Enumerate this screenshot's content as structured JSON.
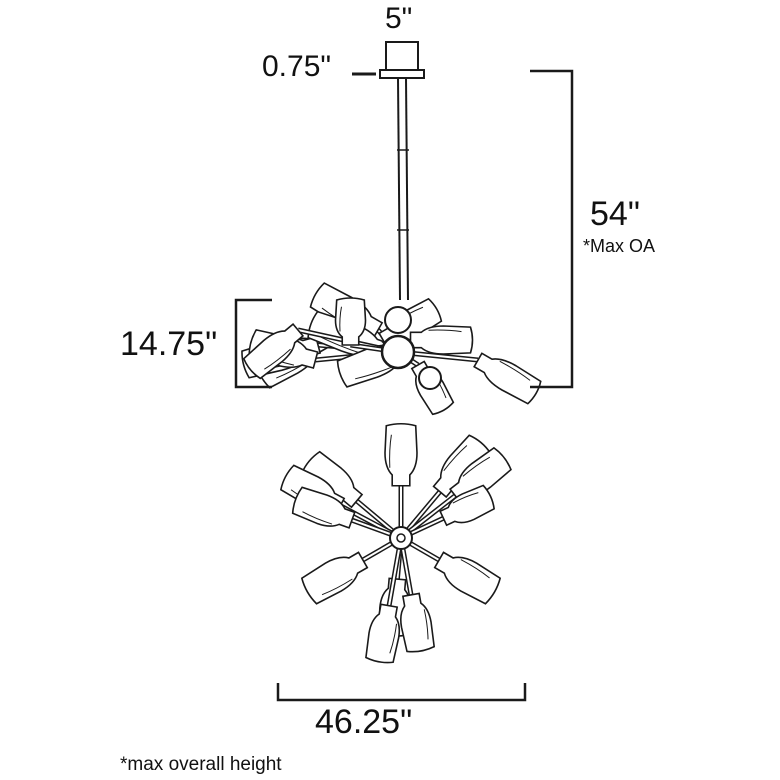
{
  "dimensions": {
    "canopy_width": "5\"",
    "canopy_height": "0.75\"",
    "max_overall_height": "54\"",
    "max_oa_note": "*Max OA",
    "fixture_height": "14.75\"",
    "fixture_width": "46.25\""
  },
  "footnote": "*max overall height",
  "colors": {
    "line": "#1a1a1a",
    "background": "#ffffff"
  }
}
